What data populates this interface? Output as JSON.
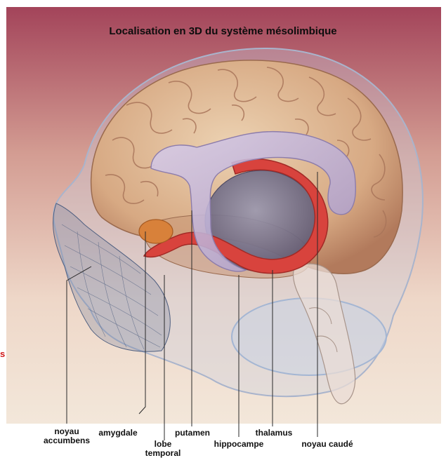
{
  "figure": {
    "title": "Localisation en 3D du système mésolimbique",
    "edge_mark": "s"
  },
  "labels": {
    "noyau_accumbens": [
      "noyau",
      "accumbens"
    ],
    "amygdale": "amygdale",
    "lobe_temporal": [
      "lobe",
      "temporal"
    ],
    "putamen": "putamen",
    "hippocampe": "hippocampe",
    "thalamus": "thalamus",
    "noyau_caude": "noyau caudé"
  },
  "colors": {
    "background_top": "#a5465a",
    "background_bottom": "#f2e4d6",
    "cortex": "#d9b08c",
    "caudate": "#bcaed6",
    "thalamus": "#7c7892",
    "hippocampus_red": "#d8433d",
    "amygdala": "#d8813a",
    "head_outline": "#5c6f8c"
  }
}
